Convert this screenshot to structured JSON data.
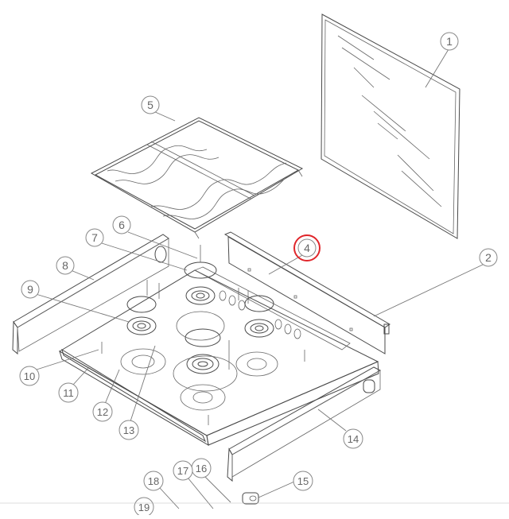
{
  "diagram": {
    "highlighted_part": "4",
    "highlight_color": "#e0262b",
    "labels": [
      "1",
      "2",
      "4",
      "5",
      "6",
      "7",
      "8",
      "9",
      "10",
      "11",
      "12",
      "13",
      "14",
      "15",
      "16",
      "17",
      "18",
      "19"
    ]
  }
}
